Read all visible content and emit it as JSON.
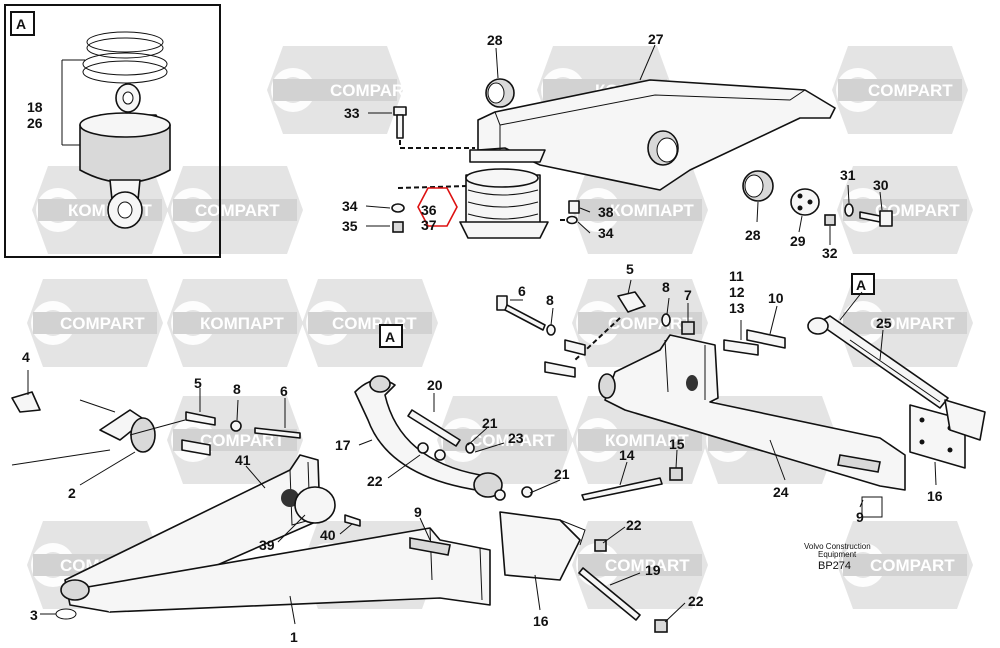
{
  "watermark": {
    "latin": "COMPART",
    "cyrillic": "КОМПАРТ"
  },
  "detail_frame_label": "A",
  "detail_refs": [
    "A",
    "A",
    "A"
  ],
  "callouts": {
    "c28a": "28",
    "c27": "27",
    "c33": "33",
    "c34a": "34",
    "c35": "35",
    "c36": "36",
    "c37": "37",
    "c38": "38",
    "c34b": "34",
    "c28b": "28",
    "c29": "29",
    "c31": "31",
    "c30": "30",
    "c32": "32",
    "c18": "18",
    "c26": "26",
    "c5a": "5",
    "c6a": "6",
    "c8a": "8",
    "c8b": "8",
    "c7": "7",
    "c11": "11",
    "c12": "12",
    "c13": "13",
    "c10": "10",
    "c25": "25",
    "c4": "4",
    "c5b": "5",
    "c8c": "8",
    "c6b": "6",
    "c20": "20",
    "c17": "17",
    "c21a": "21",
    "c23": "23",
    "c22a": "22",
    "c15": "15",
    "c14": "14",
    "c2": "2",
    "c41": "41",
    "c21b": "21",
    "c24": "24",
    "c16a": "16",
    "c9a": "9",
    "c39": "39",
    "c40": "40",
    "c9b": "9",
    "c22b": "22",
    "c19": "19",
    "c22c": "22",
    "c3": "3",
    "c1": "1",
    "c16b": "16"
  },
  "caption": {
    "line1": "Volvo Construction",
    "line2": "Equipment",
    "code": "BP274"
  }
}
